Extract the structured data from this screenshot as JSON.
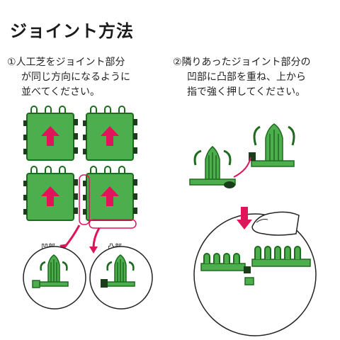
{
  "title": "ジョイント方法",
  "step1": {
    "number": "①",
    "lines": [
      "人工芝をジョイント部分",
      "が同じ方向になるように",
      "並べてください。"
    ]
  },
  "step2": {
    "number": "②",
    "lines": [
      "隣りあったジョイント部分の",
      "凹部に凸部を重ね、上から",
      "指で強く押してください。"
    ]
  },
  "labels": {
    "concave": "凹部",
    "convex": "凸部"
  },
  "colors": {
    "tile_green": "#4cae4c",
    "tile_border": "#1e6b1e",
    "arrow_pink": "#e0145a",
    "joint_dark": "#1a3d1a"
  }
}
